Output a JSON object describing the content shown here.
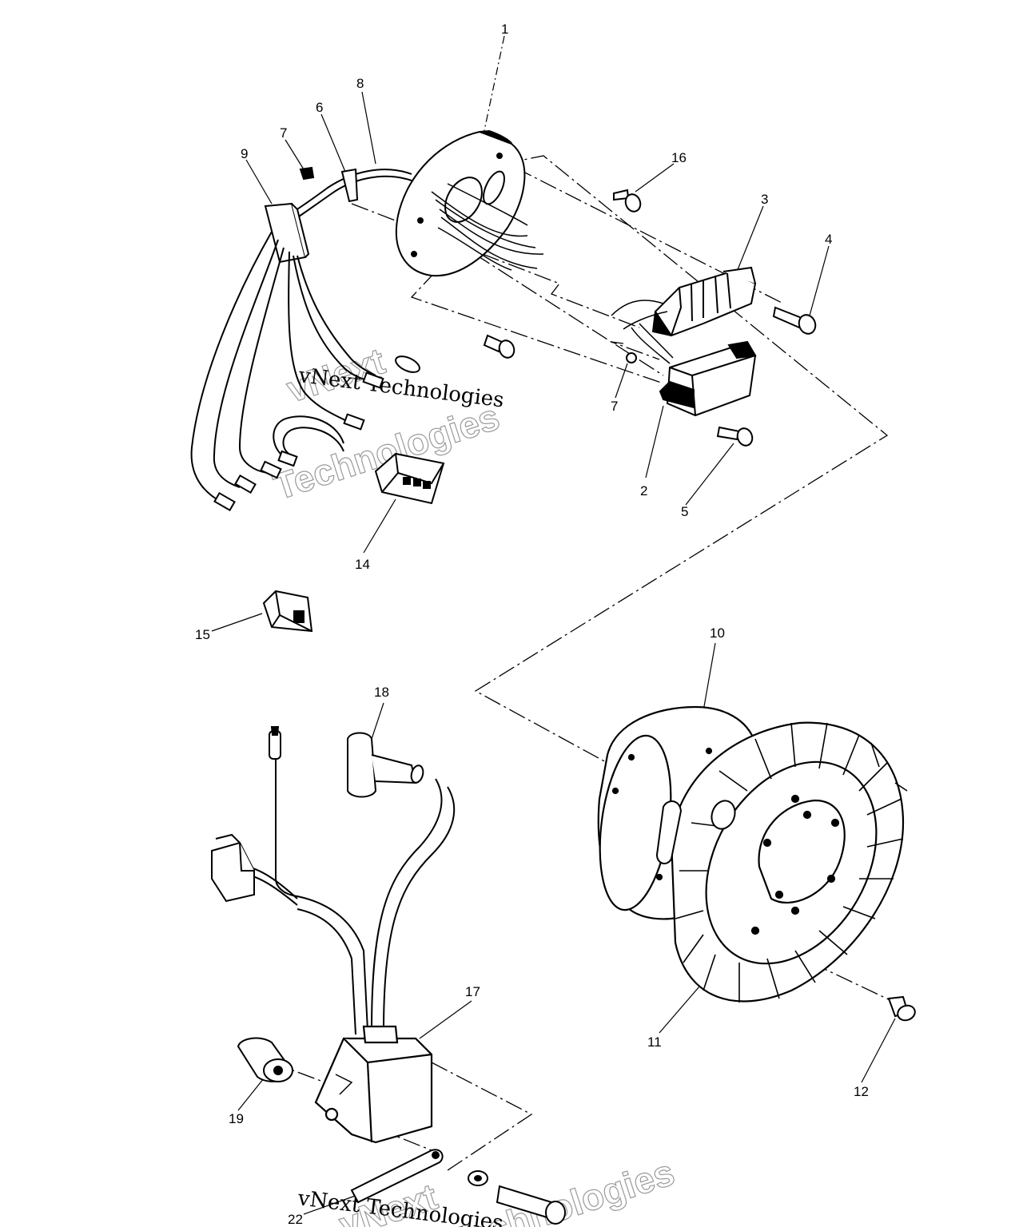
{
  "diagram": {
    "callouts": {
      "c1": "1",
      "c2": "2",
      "c3": "3",
      "c4": "4",
      "c5": "5",
      "c6": "6",
      "c7a": "7",
      "c7b": "7",
      "c8": "8",
      "c9": "9",
      "c10": "10",
      "c11": "11",
      "c12": "12",
      "c14": "14",
      "c15": "15",
      "c16": "16",
      "c17": "17",
      "c18": "18",
      "c19": "19",
      "c22": "22"
    },
    "watermark": {
      "brand": "vNext",
      "line1": "vNext Technologies",
      "line2": "Technologies"
    }
  }
}
